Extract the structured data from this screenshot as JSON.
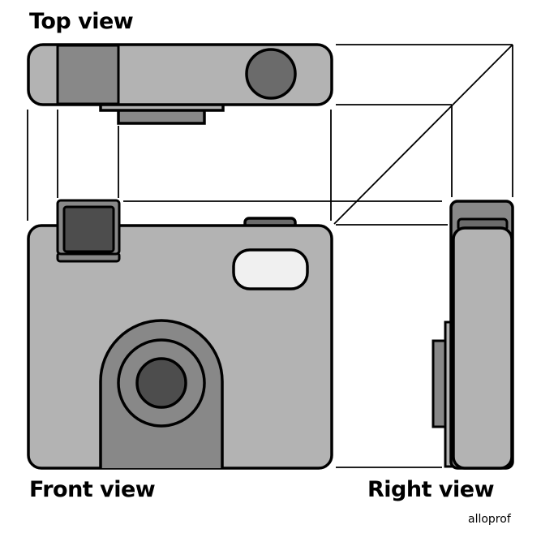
{
  "labels": {
    "top_view": "Top view",
    "front_view": "Front view",
    "right_view": "Right view"
  },
  "brand": "alloprof",
  "colors": {
    "outline": "#000000",
    "body_light": "#b3b3b3",
    "body_mid": "#888888",
    "body_dark": "#6b6b6b",
    "viewfinder_dark": "#4d4d4d",
    "flash": "#f0f0f0",
    "background": "#ffffff"
  }
}
